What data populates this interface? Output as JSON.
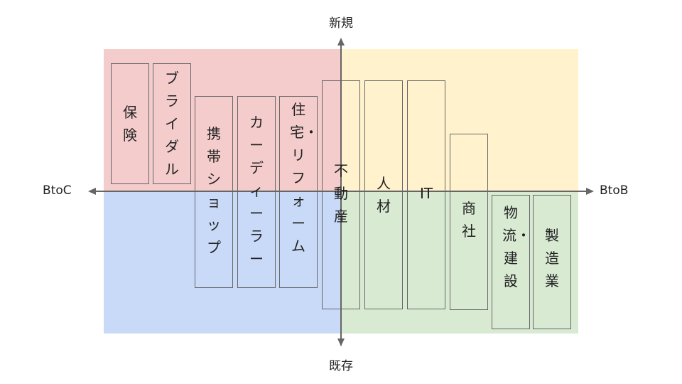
{
  "axes": {
    "top": "新規",
    "bottom": "既存",
    "left": "BtoC",
    "right": "BtoB"
  },
  "quadrant_colors": {
    "top_left": "#f4cccc",
    "top_right": "#fff2cc",
    "bottom_left": "#c9daf8",
    "bottom_right": "#d9ead3"
  },
  "industries": [
    "保険",
    "ブライダル",
    "携帯ショップ",
    "カーディーラー",
    "住宅・リフォーム",
    "不動産",
    "人材",
    "IT",
    "商社",
    "物流・建設",
    "製造業"
  ]
}
